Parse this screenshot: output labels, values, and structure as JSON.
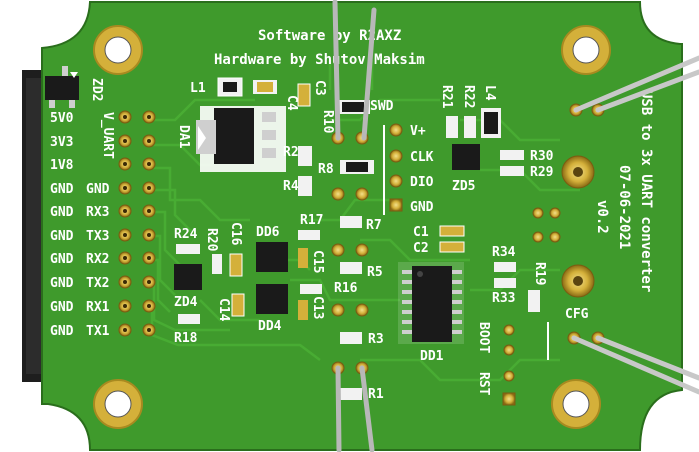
{
  "board": {
    "header_line1": "Software by R2AXZ",
    "header_line2": "Hardware by Shutov Maksim",
    "side_title": "USB to 3x UART converter",
    "date": "07-06-2021",
    "version": "v0.2",
    "colors": {
      "pcb": "#3f9a2c",
      "pcb_dark": "#2f7d20",
      "trace": "#4aa833",
      "silk": "#ffffff",
      "pad": "#d4b03a",
      "chip": "#1a1a1a",
      "background": "#ffffff"
    }
  },
  "connector_labels": {
    "left": [
      "5V0",
      "3V3",
      "1V8",
      "GND",
      "GND",
      "GND",
      "GND",
      "GND",
      "GND",
      "GND"
    ],
    "right": [
      "V_UART",
      "GND",
      "RX3",
      "TX3",
      "RX2",
      "TX2",
      "RX1",
      "TX1"
    ]
  },
  "swd": {
    "title": "SWD",
    "pins": [
      "V+",
      "CLK",
      "DIO",
      "GND"
    ]
  },
  "components": {
    "zd2": "ZD2",
    "l1": "L1",
    "c3": "C3",
    "c4": "C4",
    "da1": "DA1",
    "r10": "R10",
    "r2": "R2",
    "r4": "R4",
    "r8": "R8",
    "r21": "R21",
    "r22": "R22",
    "l4": "L4",
    "r30": "R30",
    "r29": "R29",
    "zd5": "ZD5",
    "dd6": "DD6",
    "r17": "R17",
    "r7": "R7",
    "c1": "C1",
    "c2": "C2",
    "r24": "R24",
    "r20": "R20",
    "c16": "C16",
    "c15": "C15",
    "r5": "R5",
    "r34": "R34",
    "r19": "R19",
    "r33": "R33",
    "zd4": "ZD4",
    "r16": "R16",
    "c14": "C14",
    "dd4": "DD4",
    "c13": "C13",
    "r18": "R18",
    "r3": "R3",
    "dd1": "DD1",
    "boot": "BOOT",
    "rst": "RST",
    "cfg": "CFG",
    "r1": "R1"
  }
}
